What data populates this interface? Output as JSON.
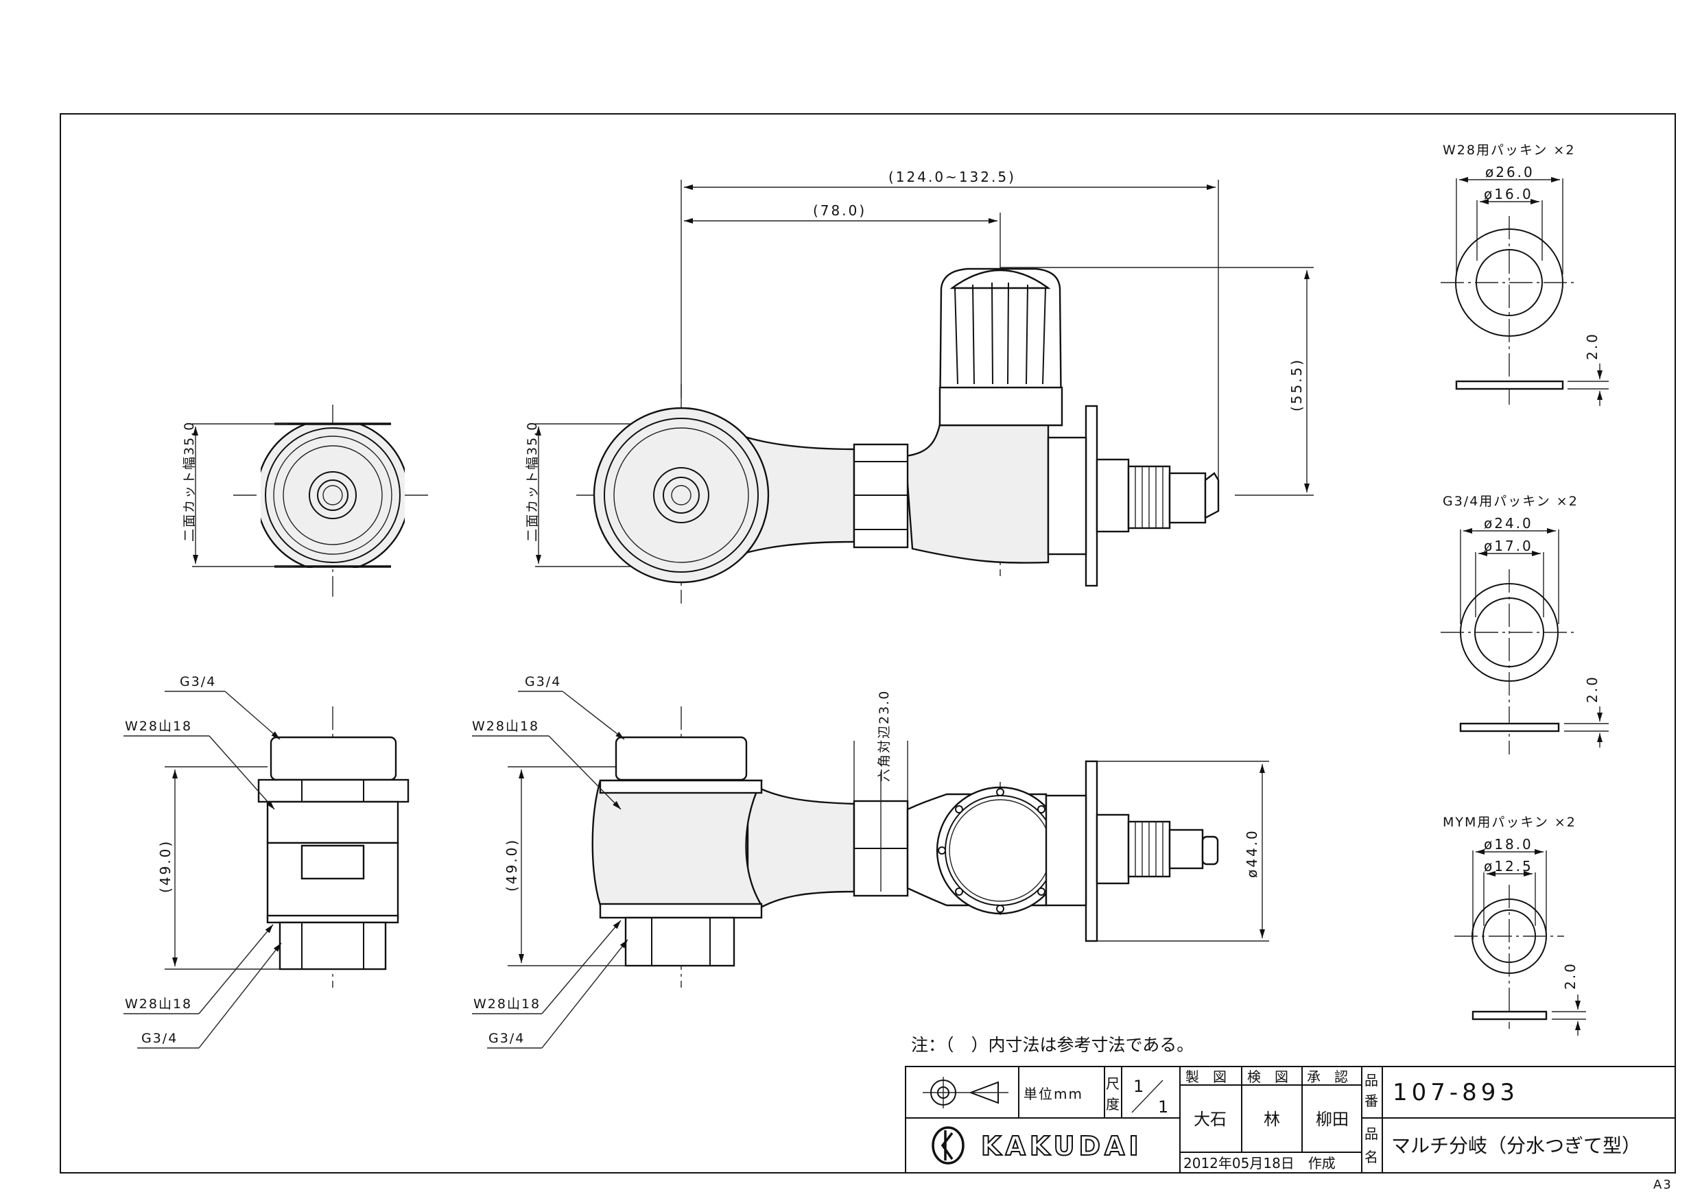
{
  "dimensions": {
    "overall_length": "(124.0~132.5)",
    "center_offset": "(78.0)",
    "handle_height": "(55.5)",
    "cut_width_left": "二面カット幅35.0",
    "cut_width_center": "二面カット幅35.0",
    "body_height_left": "(49.0)",
    "body_height_center": "(49.0)",
    "hex_width": "六角対辺23.0",
    "flange_dia": "ø44.0"
  },
  "threads": {
    "top_g": "G3/4",
    "top_w": "W28山18",
    "bottom_w": "W28山18",
    "bottom_g": "G3/4"
  },
  "packings": [
    {
      "title": "W28用パッキン ×2",
      "outer": "ø26.0",
      "inner": "ø16.0",
      "thickness": "2.0"
    },
    {
      "title": "G3/4用パッキン ×2",
      "outer": "ø24.0",
      "inner": "ø17.0",
      "thickness": "2.0"
    },
    {
      "title": "MYM用パッキン ×2",
      "outer": "ø18.0",
      "inner": "ø12.5",
      "thickness": "2.0"
    }
  ],
  "note": "注：（　）内寸法は参考寸法である。",
  "title_block": {
    "unit_label": "単位mm",
    "scale_label_1": "尺",
    "scale_label_2": "度",
    "scale_num": "1",
    "scale_den": "1",
    "made_label": "製　図",
    "checked_label": "検　図",
    "approved_label": "承　認",
    "made_by": "大石",
    "checked_by": "林",
    "approved_by": "柳田",
    "part_no_label_1": "品",
    "part_no_label_2": "番",
    "part_no": "107-893",
    "name_label_1": "品",
    "name_label_2": "名",
    "part_name": "マルチ分岐（分水つぎて型）",
    "date": "2012年05月18日　作成",
    "company": "KAKUDAI",
    "sheet_size": "A3"
  }
}
